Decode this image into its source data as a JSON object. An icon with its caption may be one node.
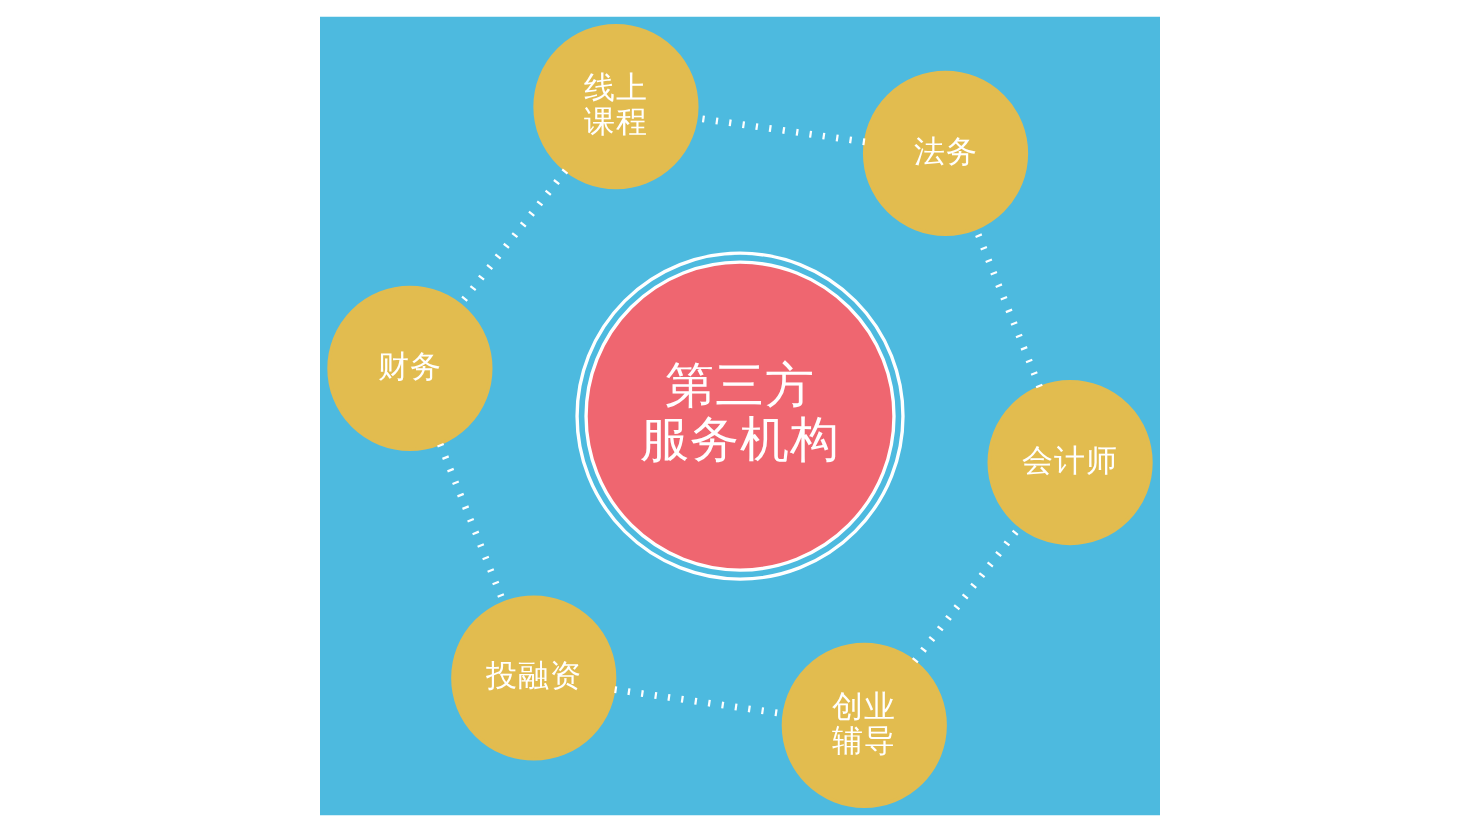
{
  "diagram": {
    "nodes": [
      {
        "text": [
          "第三方服务机构"
        ]
      },
      {
        "text": [
          "创业辅导"
        ]
      },
      {
        "text": [
          "会计师"
        ]
      },
      {
        "text": [
          "法务"
        ]
      },
      {
        "text": [
          "线上课程"
        ]
      },
      {
        "text": [
          "财务"
        ]
      },
      {
        "text": [
          "投融资"
        ]
      }
    ],
    "edges": [
      {
        "from": 1,
        "to": 2,
        "arrow": "none",
        "style": "dashed"
      },
      {
        "from": 2,
        "to": 3,
        "arrow": "none",
        "style": "dashed"
      },
      {
        "from": 3,
        "to": 4,
        "arrow": "none",
        "style": "dashed"
      },
      {
        "from": 4,
        "to": 5,
        "arrow": "none",
        "style": "dashed"
      },
      {
        "from": 5,
        "to": 6,
        "arrow": "none",
        "style": "dashed"
      },
      {
        "from": 6,
        "to": 1,
        "arrow": "none",
        "style": "dashed"
      }
    ]
  }
}
